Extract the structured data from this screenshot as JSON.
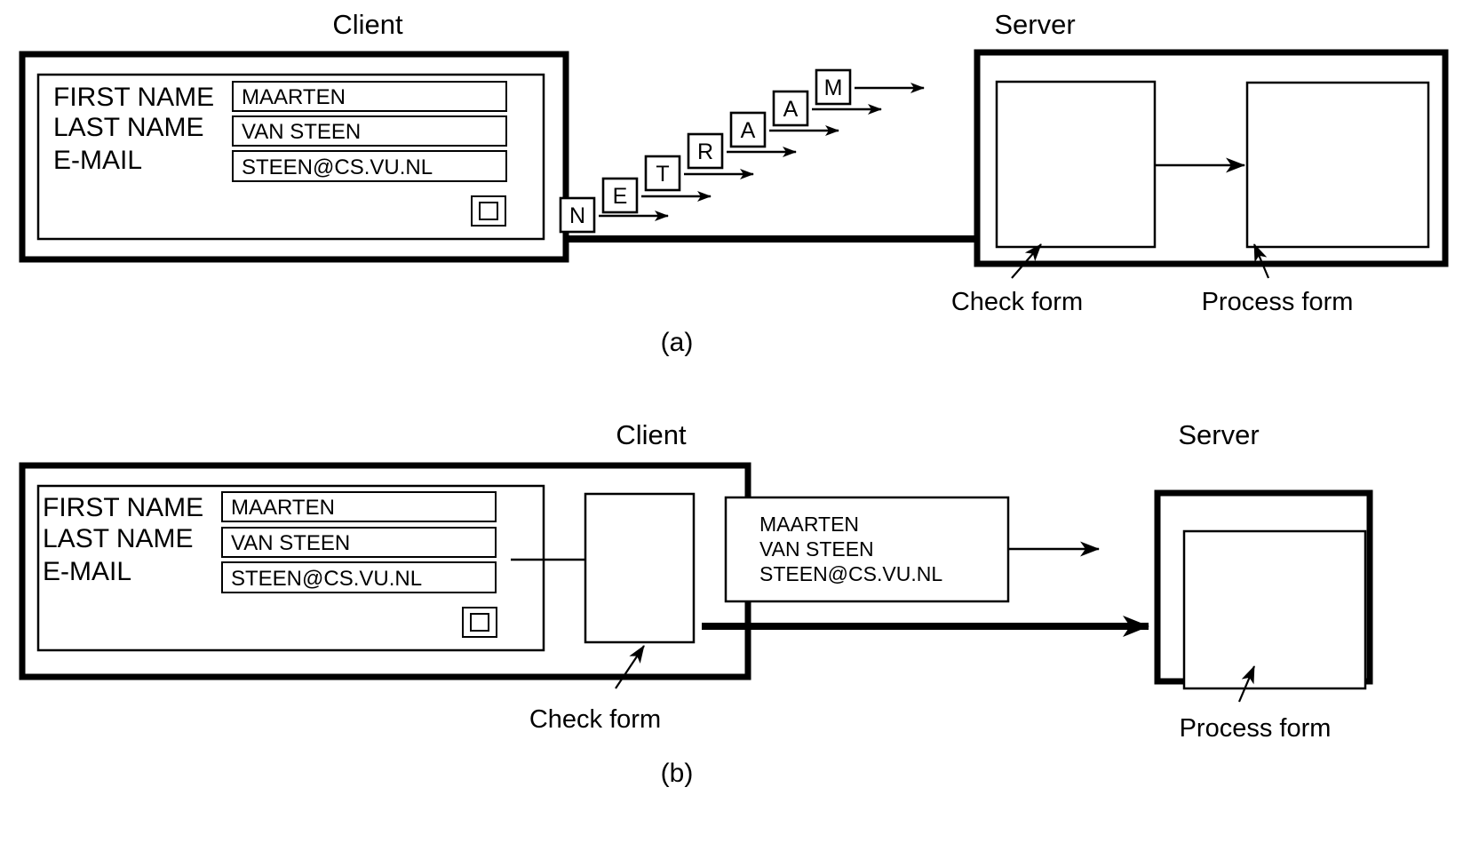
{
  "figure": {
    "panel_a_caption": "(a)",
    "panel_b_caption": "(b)"
  },
  "panel_a": {
    "client_label": "Client",
    "server_label": "Server",
    "form": {
      "fields": [
        {
          "label": "FIRST NAME",
          "value": "MAARTEN"
        },
        {
          "label": "LAST NAME",
          "value": "VAN STEEN"
        },
        {
          "label": "E-MAIL",
          "value": "STEEN@CS.VU.NL"
        }
      ],
      "submit_icon": "submit-button-icon"
    },
    "keystrokes": [
      "N",
      "E",
      "T",
      "R",
      "A",
      "A",
      "M"
    ],
    "annotations": [
      {
        "text": "Check form"
      },
      {
        "text": "Process form"
      }
    ]
  },
  "panel_b": {
    "client_label": "Client",
    "server_label": "Server",
    "form": {
      "fields": [
        {
          "label": "FIRST NAME",
          "value": "MAARTEN"
        },
        {
          "label": "LAST NAME",
          "value": "VAN STEEN"
        },
        {
          "label": "E-MAIL",
          "value": "STEEN@CS.VU.NL"
        }
      ],
      "submit_icon": "submit-button-icon"
    },
    "payload_lines": [
      "MAARTEN",
      "VAN STEEN",
      "STEEN@CS.VU.NL"
    ],
    "annotations": [
      {
        "text": "Check form"
      },
      {
        "text": "Process form"
      }
    ]
  }
}
